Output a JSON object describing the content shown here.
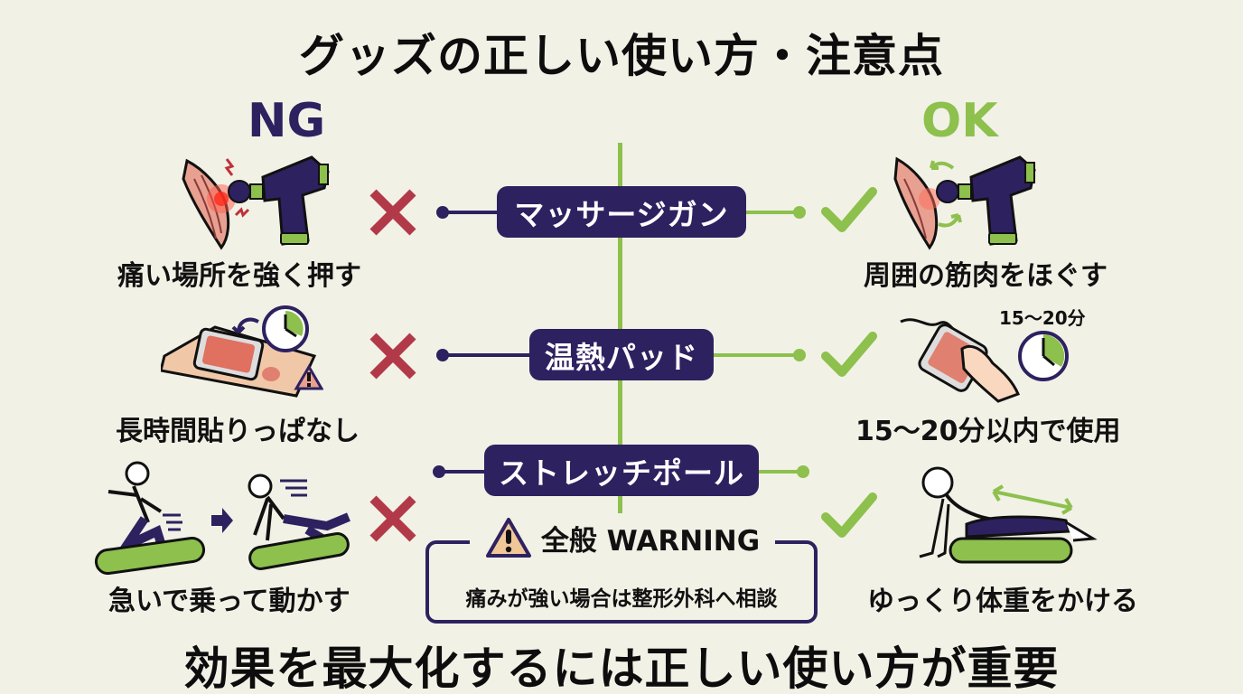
{
  "title": "グッズの正しい使い方・注意点",
  "columns": {
    "ng": "NG",
    "ok": "OK"
  },
  "colors": {
    "background": "#f2f1e6",
    "navy": "#2e2160",
    "green": "#8dc04d",
    "cross_red": "#b23a48",
    "skin": "#e8a090"
  },
  "rows": [
    {
      "item": "マッサージガン",
      "ng_caption": "痛い場所を強く押す",
      "ok_caption": "周囲の筋肉をほぐす",
      "ng_icon": "massage-gun-on-pain-point",
      "ok_icon": "massage-gun-around-muscle"
    },
    {
      "item": "温熱パッド",
      "ng_caption": "長時間貼りっぱなし",
      "ok_caption": "15〜20分以内で使用",
      "ok_clock_note": "15〜20分",
      "ng_icon": "heat-pad-long-time-warning",
      "ok_icon": "heat-pad-with-timer"
    },
    {
      "item": "ストレッチポール",
      "ng_caption": "急いで乗って動かす",
      "ok_caption": "ゆっくり体重をかける",
      "ng_icon": "person-rushing-onto-foam-roller",
      "ok_icon": "person-slowly-on-foam-roller"
    }
  ],
  "warning": {
    "title": "全般 WARNING",
    "text": "痛みが強い場合は整形外科へ相談"
  },
  "footer": "効果を最大化するには正しい使い方が重要"
}
